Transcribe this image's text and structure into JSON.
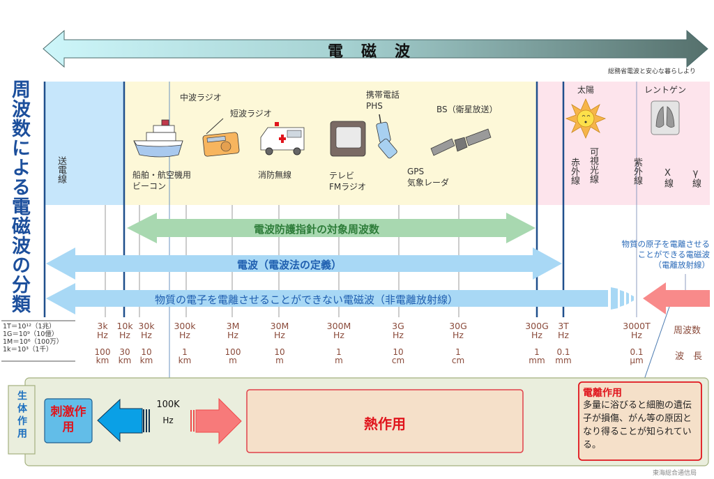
{
  "title_arrow": {
    "label": "電　磁　波"
  },
  "source_top": "総務省電波と安心な暮らしより",
  "source_bottom": "東海総合通信局",
  "side_title": "周波数による電磁波の分類",
  "regions": {
    "power_line": "送電線",
    "radio_band_items": [
      {
        "name": "ship-beacon",
        "label_lines": [
          "船舶・航空機用",
          "ビーコン"
        ]
      },
      {
        "name": "mw-radio",
        "label": "中波ラジオ"
      },
      {
        "name": "sw-radio",
        "label": "短波ラジオ"
      },
      {
        "name": "fire-radio",
        "label": "消防無線"
      },
      {
        "name": "tv-fm",
        "label_lines": [
          "テレビ",
          "FMラジオ"
        ]
      },
      {
        "name": "mobile-phs",
        "label_lines": [
          "携帯電話",
          "PHS"
        ]
      },
      {
        "name": "gps-radar",
        "label_lines": [
          "GPS",
          "気象レーダ"
        ]
      },
      {
        "name": "bs",
        "label": "BS（衛星放送）"
      }
    ],
    "high_band": {
      "sun": "太陽",
      "xray": "レントゲン",
      "infrared": "赤外線",
      "visible": "可視光線",
      "ultraviolet": "紫外線",
      "x_rays": "X線",
      "gamma": "γ線"
    }
  },
  "bands": {
    "protection_guideline": "電波防護指針の対象周波数",
    "radio_wave_law": "電波（電波法の定義）",
    "non_ionizing": "物質の電子を電離させることができない電磁波（非電離放射線）",
    "ionizing_lines": [
      "物質の原子を電離させる",
      "ことができる電磁波",
      "（電離放射線）"
    ]
  },
  "unit_legend": [
    "1T＝10¹²（1兆）",
    "1G＝10⁹（10億）",
    "1M＝10⁶（100万）",
    "1k＝10³（1千）"
  ],
  "axis": {
    "frequency_label": "周波数",
    "wavelength_label": "波　長",
    "ticks": [
      {
        "freq": "3k",
        "unit": "Hz",
        "wl": "100",
        "wl_unit": "km"
      },
      {
        "freq": "10k",
        "unit": "Hz",
        "wl": "30",
        "wl_unit": "km"
      },
      {
        "freq": "30k",
        "unit": "Hz",
        "wl": "10",
        "wl_unit": "km"
      },
      {
        "freq": "300k",
        "unit": "Hz",
        "wl": "1",
        "wl_unit": "km"
      },
      {
        "freq": "3M",
        "unit": "Hz",
        "wl": "100",
        "wl_unit": "m"
      },
      {
        "freq": "30M",
        "unit": "Hz",
        "wl": "10",
        "wl_unit": "m"
      },
      {
        "freq": "300M",
        "unit": "Hz",
        "wl": "1",
        "wl_unit": "m"
      },
      {
        "freq": "3G",
        "unit": "Hz",
        "wl": "10",
        "wl_unit": "cm"
      },
      {
        "freq": "30G",
        "unit": "Hz",
        "wl": "1",
        "wl_unit": "cm"
      },
      {
        "freq": "300G",
        "unit": "Hz",
        "wl": "1",
        "wl_unit": "mm"
      },
      {
        "freq": "3T",
        "unit": "Hz",
        "wl": "0.1",
        "wl_unit": "mm"
      },
      {
        "freq": "3000T",
        "unit": "Hz",
        "wl": "0.1",
        "wl_unit": "μm"
      }
    ]
  },
  "bio_effects": {
    "title": "生体作用",
    "stimulus": "刺激作用",
    "threshold_value": "100K",
    "threshold_unit": "Hz",
    "thermal": "熱作用",
    "ionization_title": "電離作用",
    "ionization_text": "多量に浴びると細胞の遺伝子が損傷、がん等の原因となり得ることが知られている。"
  },
  "colors": {
    "title_blue": "#1c4f9c",
    "light_blue_band": "#c6e6fb",
    "yellow_band": "#fdf8d8",
    "pink_band": "#fde4ec",
    "green_arrow": "#a8d8b0",
    "green_text": "#2e7d3a",
    "blue_arrow": "#a8d8f5",
    "blue_text": "#1f5fb0",
    "pink_arrow": "#f88a8a",
    "red_text": "#e0141c",
    "bio_bg": "#eaeedd"
  }
}
